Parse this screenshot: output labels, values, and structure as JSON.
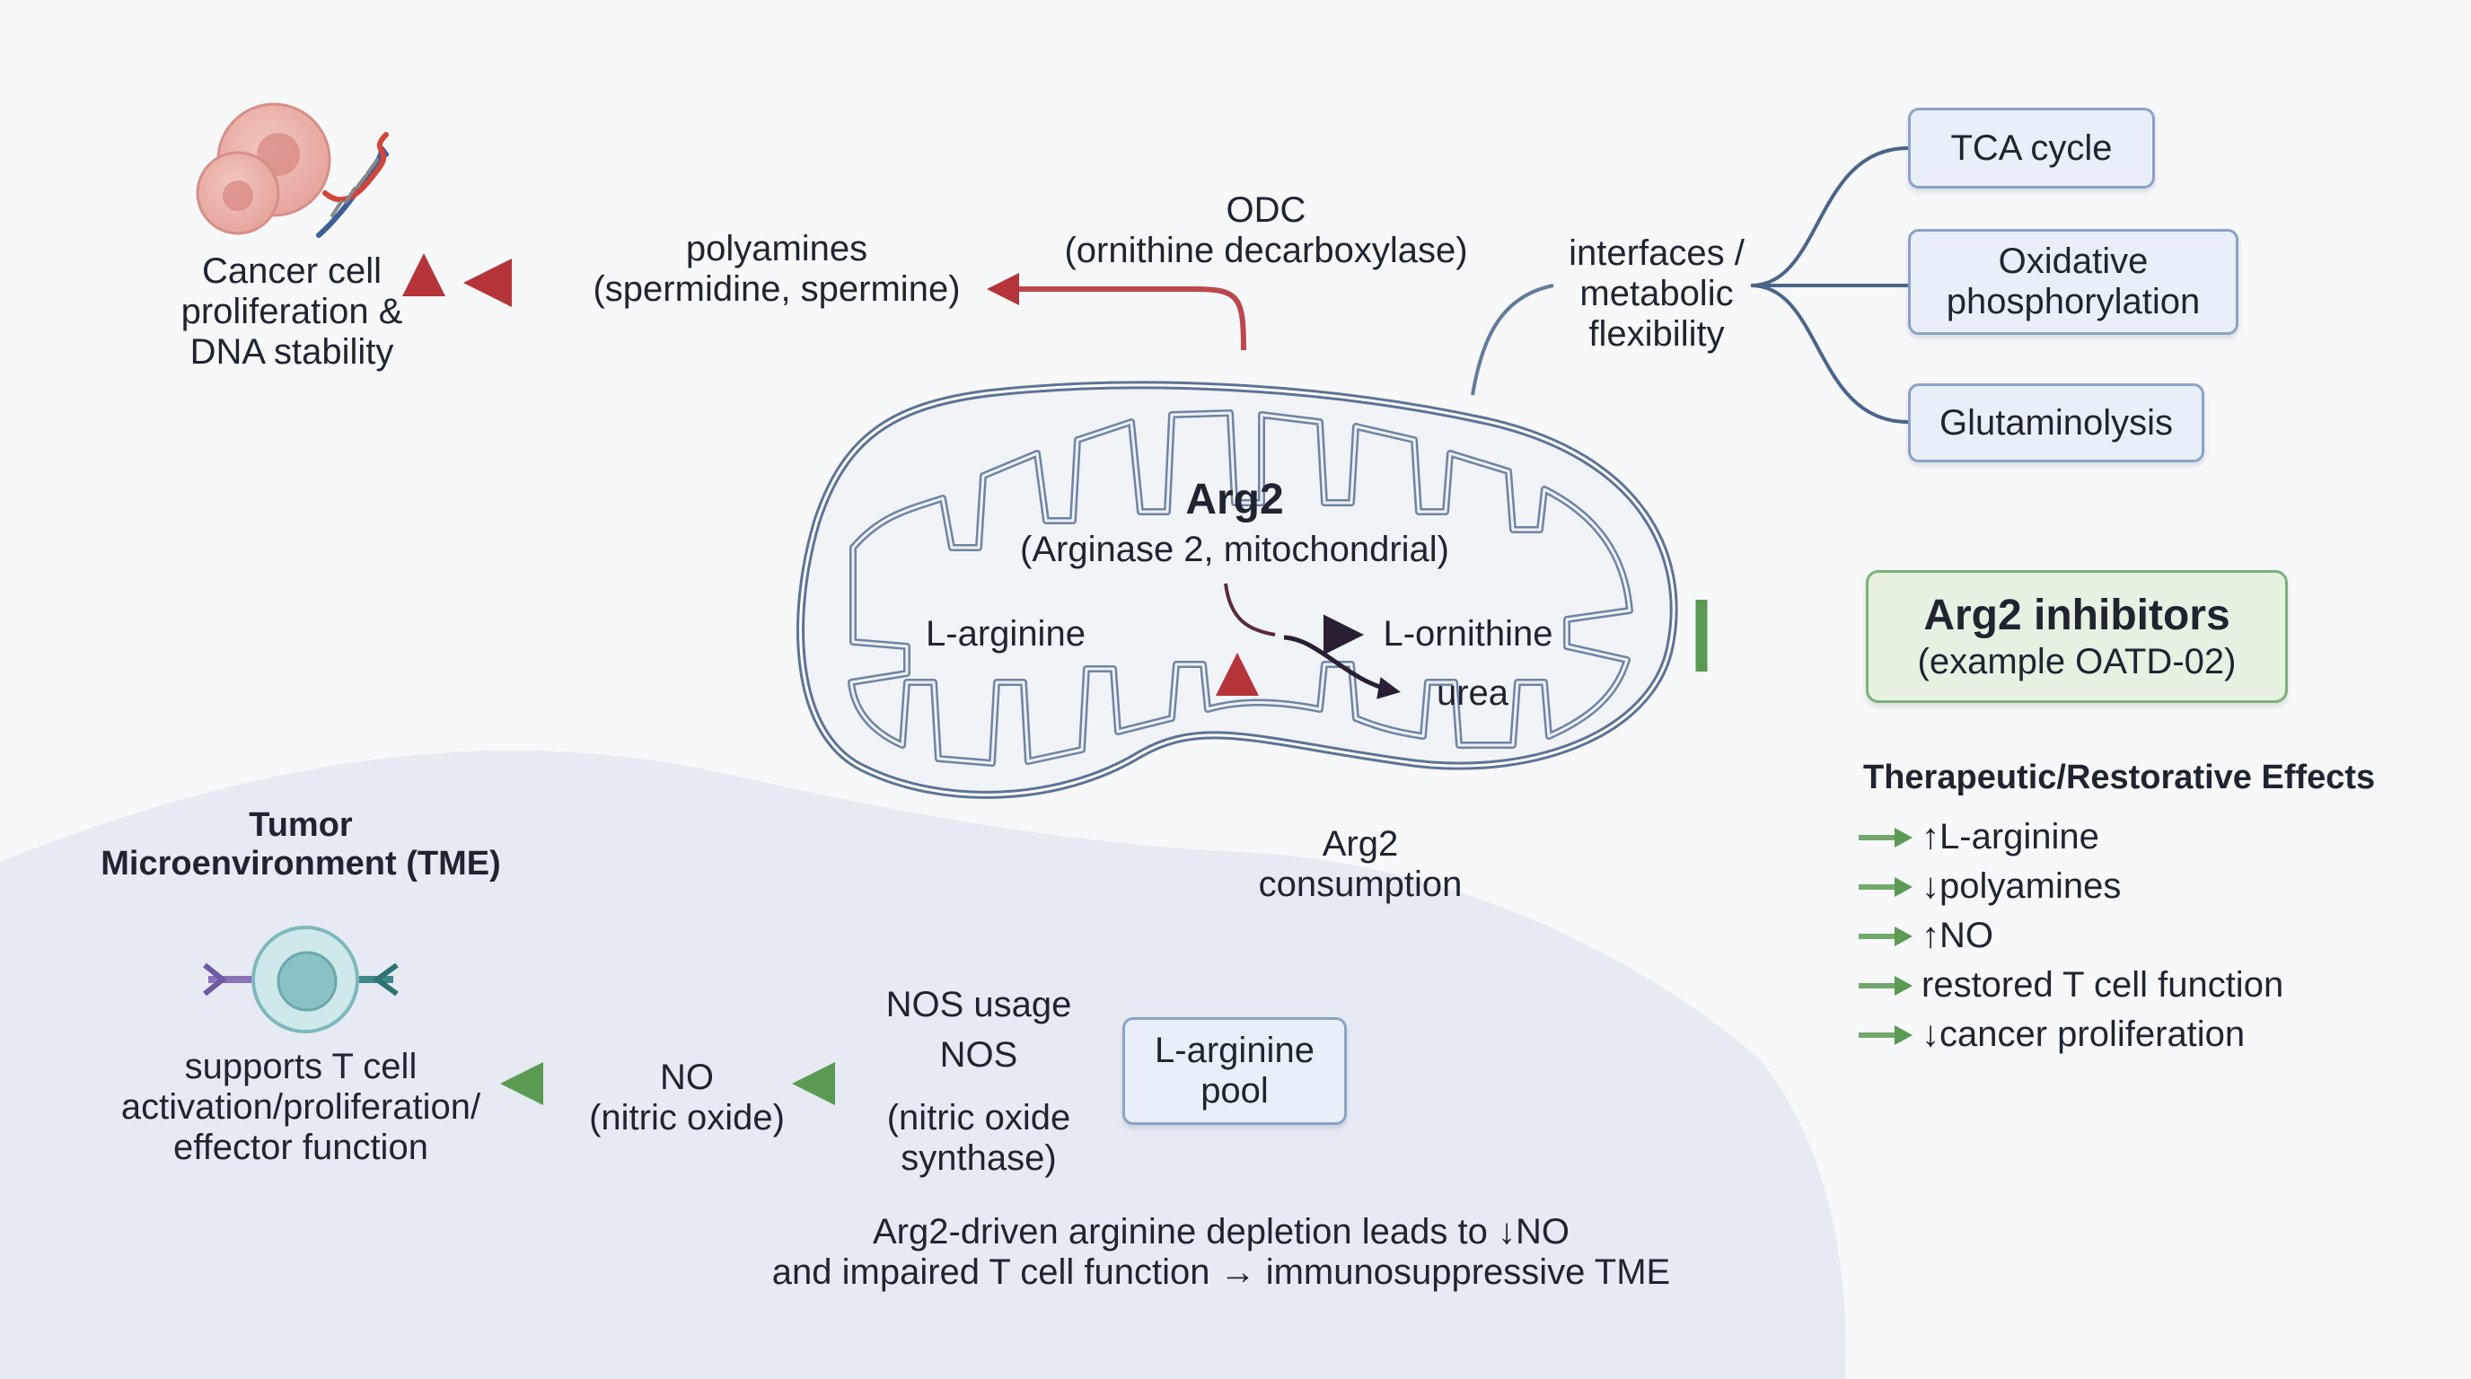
{
  "cancer": {
    "lines": [
      "Cancer cell",
      "proliferation &",
      "DNA stability"
    ]
  },
  "polyamines": {
    "lines": [
      "polyamines",
      "(spermidine, spermine)"
    ]
  },
  "odc": {
    "lines": [
      "ODC",
      "(ornithine decarboxylase)"
    ]
  },
  "interfaces": {
    "lines": [
      "interfaces /",
      "metabolic",
      "flexibility"
    ]
  },
  "metabolic_boxes": {
    "tca": {
      "lines": [
        "TCA cycle"
      ]
    },
    "oxphos": {
      "lines": [
        "Oxidative",
        "phosphorylation"
      ]
    },
    "glutaminolysis": {
      "lines": [
        "Glutaminolysis"
      ]
    }
  },
  "mitochondrion": {
    "title": "Arg2",
    "subtitle": "(Arginase 2, mitochondrial)",
    "substrate": "L-arginine",
    "product1": "L-ornithine",
    "product2": "urea"
  },
  "inhibitors": {
    "title": "Arg2 inhibitors",
    "subtitle": "(example OATD-02)"
  },
  "effects": {
    "title": "Therapeutic/Restorative Effects",
    "items": [
      "↑L-arginine",
      "↓polyamines",
      "↑NO",
      "restored T cell function",
      "↓cancer proliferation"
    ]
  },
  "tme": {
    "title_lines": [
      "Tumor",
      "Microenvironment (TME)"
    ]
  },
  "tcell": {
    "lines": [
      "supports T cell",
      "activation/proliferation/",
      "effector function"
    ]
  },
  "no": {
    "lines": [
      "NO",
      "(nitric oxide)"
    ]
  },
  "nos_usage": {
    "lines": [
      "NOS usage"
    ]
  },
  "nos": {
    "lines": [
      "NOS"
    ]
  },
  "nos_full": {
    "lines": [
      "(nitric oxide",
      "synthase)"
    ]
  },
  "pool": {
    "lines": [
      "L-arginine",
      "pool"
    ]
  },
  "consumption": {
    "lines": [
      "Arg2",
      "consumption"
    ]
  },
  "conclusion": {
    "lines": [
      "Arg2-driven arginine depletion leads to ↓NO",
      "and impaired T cell function → immunosuppressive TME"
    ]
  },
  "colors": {
    "red_arrow": "#b5343a",
    "green_arrow": "#5a9a52",
    "blue_line": "#4a6588",
    "membrane": "#5d7394",
    "tme_bg": "#e6ebf3",
    "box_fill": "#e9eff8",
    "box_border": "#8aa3c7",
    "inhib_fill": "#e6f1e2",
    "inhib_border": "#7fb07a"
  }
}
